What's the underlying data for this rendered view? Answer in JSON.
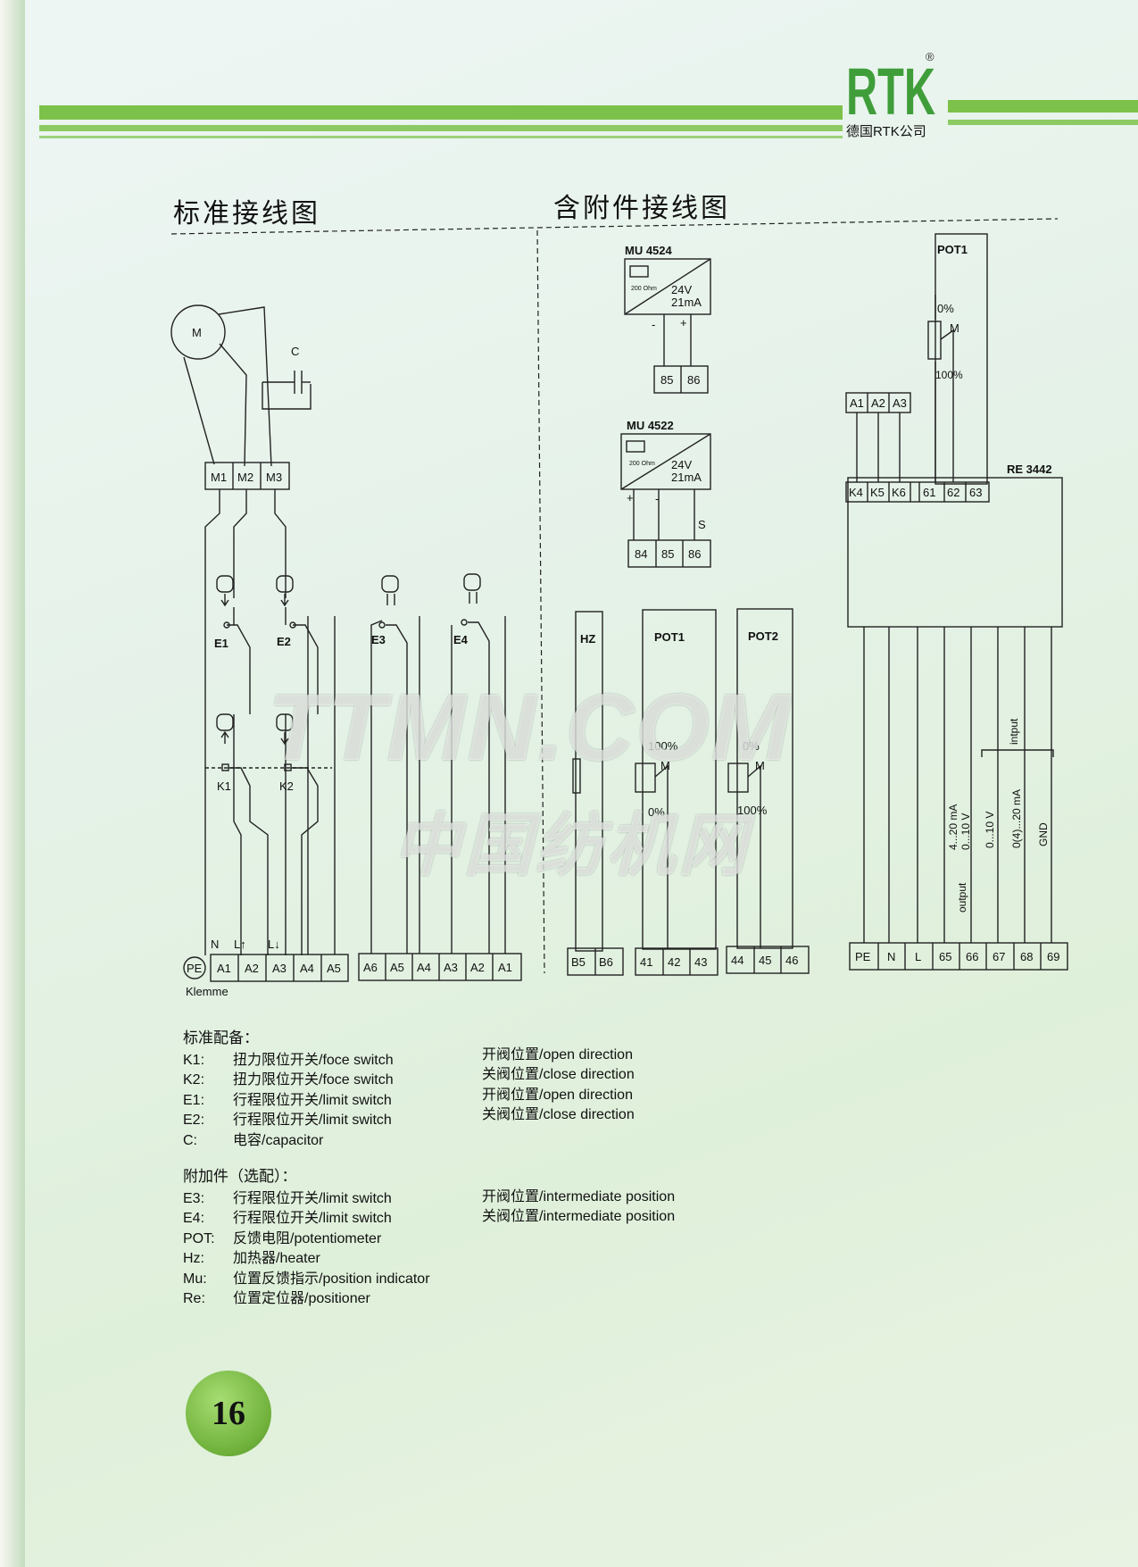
{
  "brand": {
    "logo": "RTK",
    "registered": "®",
    "company": "德国RTK公司"
  },
  "titles": {
    "standard": "标准接线图",
    "accessory": "含附件接线图"
  },
  "watermark": {
    "line1": "TTMN.COM",
    "line2": "中国纺机网"
  },
  "diagram": {
    "motor": "M",
    "capacitor": "C",
    "motor_terminals": [
      "M1",
      "M2",
      "M3"
    ],
    "switches": {
      "e1": "E1",
      "e2": "E2",
      "e3": "E3",
      "e4": "E4",
      "k1": "K1",
      "k2": "K2"
    },
    "wire_labels": {
      "n": "N",
      "l_up": "L↑",
      "l_down": "L↓"
    },
    "pe": "PE",
    "klemme": "Klemme",
    "terminal_block_1": [
      "A1",
      "A2",
      "A3",
      "A4",
      "A5"
    ],
    "terminal_block_2": [
      "A6",
      "A5",
      "A4",
      "A3",
      "A2",
      "A1"
    ],
    "mu4524": {
      "title": "MU 4524",
      "res": "200 Ohm",
      "v": "24V",
      "ma": "21mA",
      "minus": "-",
      "plus": "+",
      "terms": [
        "85",
        "86"
      ]
    },
    "mu4522": {
      "title": "MU 4522",
      "res": "200 Ohm",
      "v": "24V",
      "ma": "21mA",
      "plus": "+",
      "minus": "-",
      "s": "S",
      "terms": [
        "84",
        "85",
        "86"
      ]
    },
    "hz": {
      "title": "HZ",
      "terms": [
        "B5",
        "B6"
      ]
    },
    "pot1": {
      "title": "POT1",
      "top": "100%",
      "bottom": "0%",
      "m": "M",
      "terms": [
        "41",
        "42",
        "43"
      ]
    },
    "pot2": {
      "title": "POT2",
      "top": "0%",
      "bottom": "100%",
      "m": "M",
      "terms": [
        "44",
        "45",
        "46"
      ]
    },
    "pot1_top": {
      "title": "POT1",
      "top": "0%",
      "bottom": "100%",
      "m": "M"
    },
    "re3442": {
      "title": "RE 3442",
      "a_terms": [
        "A1",
        "A2",
        "A3"
      ],
      "top_terms": [
        "K4",
        "K5",
        "K6",
        "61",
        "62",
        "63"
      ],
      "bottom_terms": [
        "PE",
        "N",
        "L",
        "65",
        "66",
        "67",
        "68",
        "69"
      ],
      "output": "output",
      "out_ma": "4...20 mA",
      "out_v": "0...10 V",
      "in_v": "0...10 V",
      "in_ma": "0(4)...20 mA",
      "gnd": "GND",
      "input": "intput"
    }
  },
  "legend": {
    "standard_title": "标准配备：",
    "standard": [
      {
        "code": "K1:",
        "desc": "扭力限位开关/foce switch",
        "right": "开阀位置/open direction"
      },
      {
        "code": "K2:",
        "desc": "扭力限位开关/foce switch",
        "right": "关阀位置/close direction"
      },
      {
        "code": "E1:",
        "desc": "行程限位开关/limit switch",
        "right": "开阀位置/open direction"
      },
      {
        "code": "E2:",
        "desc": "行程限位开关/limit switch",
        "right": "关阀位置/close direction"
      },
      {
        "code": "C:",
        "desc": "电容/capacitor",
        "right": ""
      }
    ],
    "optional_title": "附加件（选配）：",
    "optional": [
      {
        "code": "E3:",
        "desc": "行程限位开关/limit switch",
        "right": "开阀位置/intermediate position"
      },
      {
        "code": "E4:",
        "desc": "行程限位开关/limit switch",
        "right": "关阀位置/intermediate position"
      },
      {
        "code": "POT:",
        "desc": "反馈电阻/potentiometer",
        "right": ""
      },
      {
        "code": "Hz:",
        "desc": "加热器/heater",
        "right": ""
      },
      {
        "code": "Mu:",
        "desc": "位置反馈指示/position indicator",
        "right": ""
      },
      {
        "code": "Re:",
        "desc": "位置定位器/positioner",
        "right": ""
      }
    ]
  },
  "page_number": "16",
  "colors": {
    "green": "#7cc24a",
    "dark_green": "#3f9e3a",
    "page_badge": "#7cbf3f"
  }
}
